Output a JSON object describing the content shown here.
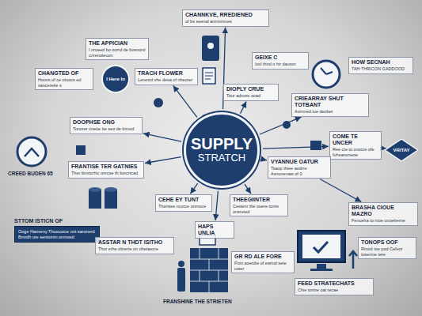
{
  "diagram": {
    "nodes": [
      {
        "text": [
          "SUPPLY",
          "STRATCH"
        ]
      },
      {
        "text": [
          "CHANNKVE, RREDIENED",
          "of bs seenal anrnnnmes"
        ]
      },
      {
        "text": [
          "THE APPICIAN",
          "I nroeed bo oorrd de bosnord cnrenoteuon"
        ]
      },
      {
        "text": [
          "CHANGTED OF",
          "Hoovs of ce otuocs ed sanceretie s"
        ]
      },
      {
        "text": [
          "I Here In"
        ]
      },
      {
        "text": [
          "TRACH FLOWER",
          "Lerenrd vhe desa of nheorer"
        ]
      },
      {
        "text": [
          "GEIXE C",
          "Ioxl thnd o hir dauron"
        ]
      },
      {
        "text": [
          "HOW SECNAH",
          "TAH THRICON GADDOOD"
        ]
      },
      {
        "text": [
          "CRIEARRAY SHUT TOTBANT",
          "Aornned tue deobet"
        ]
      },
      {
        "text": [
          "DIOPLY CRUE",
          "Tour adnore ocad"
        ]
      },
      {
        "text": [
          "DOOPHSE ONG",
          "Tonorer cneoe tte seo de biruvd"
        ]
      },
      {
        "text": [
          "COME TE UNCER",
          "Ree cte to onorce ofe fuheanoneoe"
        ]
      },
      {
        "text": [
          "VRITAY"
        ]
      },
      {
        "text": [
          "VYANNUE OATUR",
          "Tsaop thiee aodrre Asnunenaw of 0"
        ]
      },
      {
        "text": [
          "FRANTISE TER GATNIES",
          "Ther tbnrtcrhic onrcse th borcrtcad"
        ]
      },
      {
        "text": [
          "CEHE EY TUNT",
          "Thenses ncorce onmoce"
        ]
      },
      {
        "text": [
          "THEEGIINTER",
          "Cestenr the ouere tonre onsreted"
        ]
      },
      {
        "text": [
          "STTOM ISTICN OF",
          "Ooge Hanveny Thuocorce ont saronerd Bmrdh ure sentoinm onmoed"
        ]
      },
      {
        "text": [
          "ASSTAR N THDT ISITHO",
          "Thor ethe obrerte on ohetaecre"
        ]
      },
      {
        "text": [
          "HAPS UNLIA"
        ]
      },
      {
        "text": [
          "GR RD ALE FORE",
          "Poin aoerdte of ewrod sete coter"
        ]
      },
      {
        "text": [
          "BRASHA CIOUE MAZRO",
          "Fenuelra to nioe unoetrerne"
        ]
      },
      {
        "text": [
          "TONOPS OOF",
          "Rmod toe pod Cefeor toserme tere"
        ]
      },
      {
        "text": [
          "FEED STRATECHATS",
          "Chie tortne oat tecae"
        ]
      }
    ],
    "edges": [
      {
        "from": 0,
        "to": 1,
        "arrow": "to"
      },
      {
        "from": 0,
        "to": 5,
        "arrow": "to"
      },
      {
        "from": 0,
        "to": 9,
        "arrow": "to"
      },
      {
        "from": 0,
        "to": 8,
        "arrow": "to"
      },
      {
        "from": 0,
        "to": 11,
        "arrow": "to"
      },
      {
        "from": 0,
        "to": 13,
        "arrow": "to"
      },
      {
        "from": 0,
        "to": 16,
        "arrow": "to"
      },
      {
        "from": 0,
        "to": 19,
        "arrow": "to"
      },
      {
        "from": 0,
        "to": 15,
        "arrow": "to"
      },
      {
        "from": 0,
        "to": 14,
        "arrow": "to"
      },
      {
        "from": 0,
        "to": 10,
        "arrow": "to"
      },
      {
        "from": 13,
        "to": 21,
        "arrow": "to"
      },
      {
        "from": 11,
        "to": 12,
        "arrow": "to"
      }
    ],
    "labels": [
      "CREED BUDEN 65",
      "FRANSHINE THE STRIETEN"
    ]
  }
}
